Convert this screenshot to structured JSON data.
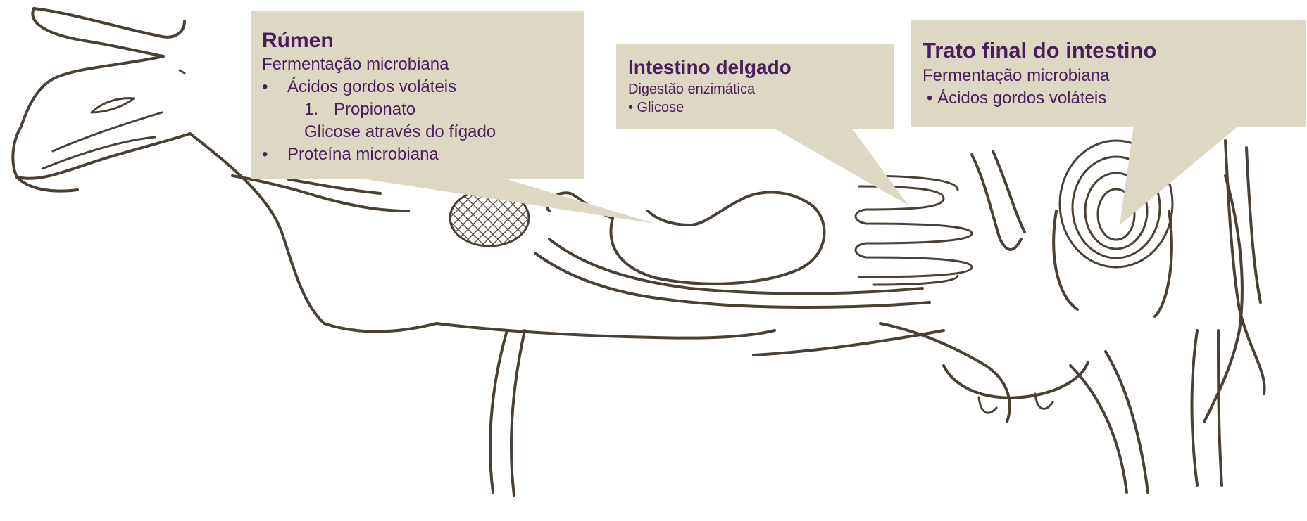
{
  "colors": {
    "callout_fill": "#ddd8c4",
    "text": "#4a1e5c",
    "outline": "#4a4033"
  },
  "rumen": {
    "title": "Rúmen",
    "subtitle": "Fermentação microbiana",
    "bullet1": "Ácidos gordos voláteis",
    "sub_number": "1.",
    "sub_item": "Propionato",
    "sub_note": "Glicose através do fígado",
    "bullet2": "Proteína microbiana",
    "bullet_char": "•"
  },
  "small_intestine": {
    "title": "Intestino delgado",
    "subtitle": "Digestão enzimática",
    "bullet1": "• Glicose"
  },
  "hindgut": {
    "title": "Trato final do intestino",
    "subtitle": "Fermentação microbiana",
    "bullet1": "• Ácidos gordos voláteis"
  }
}
